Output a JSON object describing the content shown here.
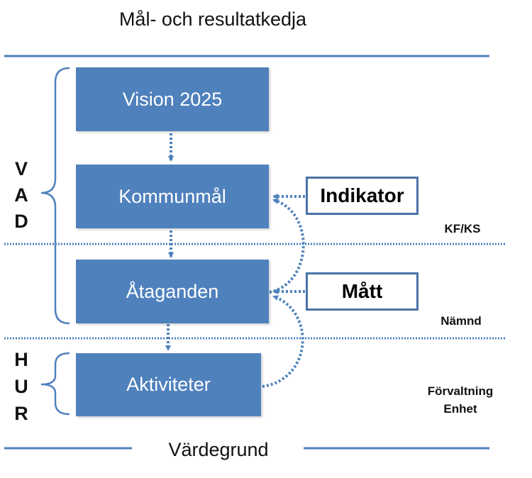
{
  "title": "Mål- och resultatkedja",
  "boxes": {
    "vision": "Vision 2025",
    "kommunmal": "Kommunmål",
    "ataganden": "Åtaganden",
    "aktiviteter": "Aktiviteter"
  },
  "measures": {
    "indikator": "Indikator",
    "matt": "Mått"
  },
  "groups": {
    "vad": [
      "V",
      "A",
      "D"
    ],
    "hur": [
      "H",
      "U",
      "R"
    ]
  },
  "levels": {
    "kf_ks": "KF/KS",
    "namnd": "Nämnd",
    "forvaltning": "Förvaltning",
    "enhet": "Enhet"
  },
  "footer": "Värdegrund",
  "colors": {
    "box_fill": "#4f81bd",
    "tag_border": "#4a72a8",
    "line": "#4f81bd"
  }
}
